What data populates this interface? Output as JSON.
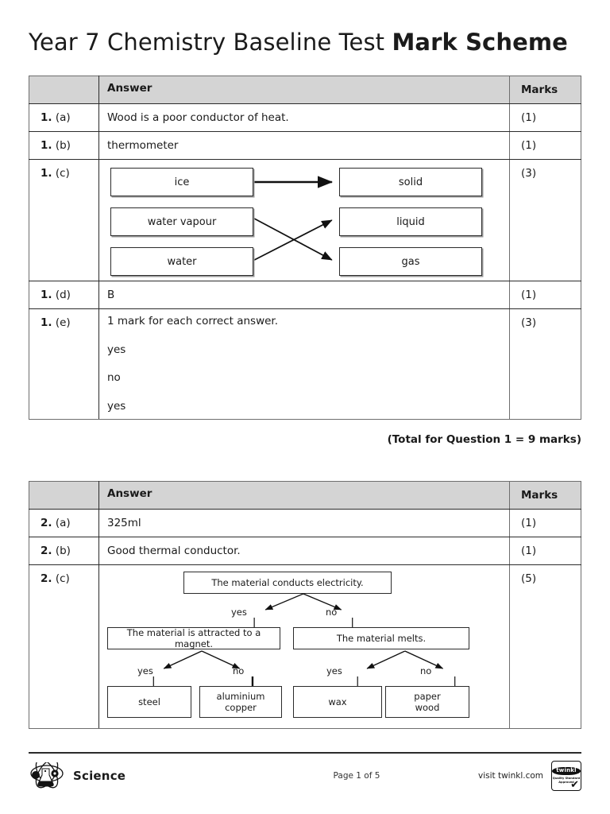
{
  "document": {
    "title_regular": "Year 7 Chemistry Baseline Test ",
    "title_bold": "Mark Scheme"
  },
  "tables": [
    {
      "name": "question-1",
      "headers": {
        "label": "",
        "answer": "Answer",
        "marks": "Marks"
      },
      "rows": [
        {
          "qnum": "1.",
          "qsub": "(a)",
          "answer": "Wood is a poor conductor of heat.",
          "marks": "(1)"
        },
        {
          "qnum": "1.",
          "qsub": "(b)",
          "answer": "thermometer",
          "marks": "(1)"
        },
        {
          "qnum": "1.",
          "qsub": "(c)",
          "answer": "",
          "marks": "(3)"
        },
        {
          "qnum": "1.",
          "qsub": "(d)",
          "answer": "B",
          "marks": "(1)"
        },
        {
          "qnum": "1.",
          "qsub": "(e)",
          "answer": "1 mark for each correct answer.",
          "marks": "(3)",
          "extra_lines": [
            "yes",
            "no",
            "yes"
          ]
        }
      ],
      "total": "(Total for Question 1 = 9 marks)"
    },
    {
      "name": "question-2",
      "headers": {
        "label": "",
        "answer": "Answer",
        "marks": "Marks"
      },
      "rows": [
        {
          "qnum": "2.",
          "qsub": "(a)",
          "answer": "325ml",
          "marks": "(1)"
        },
        {
          "qnum": "2.",
          "qsub": "(b)",
          "answer": "Good thermal conductor.",
          "marks": "(1)"
        },
        {
          "qnum": "2.",
          "qsub": "(c)",
          "answer": "",
          "marks": "(5)"
        }
      ]
    }
  ],
  "matching_diagram": {
    "left": [
      "ice",
      "water vapour",
      "water"
    ],
    "right": [
      "solid",
      "liquid",
      "gas"
    ],
    "connections": [
      {
        "from": "ice",
        "to": "solid"
      },
      {
        "from": "water vapour",
        "to": "gas"
      },
      {
        "from": "water",
        "to": "liquid"
      }
    ]
  },
  "flowchart": {
    "root": "The material conducts electricity.",
    "branch_labels": {
      "yes": "yes",
      "no": "no"
    },
    "level2": {
      "yes": "The material is attracted to a magnet.",
      "no": "The material melts."
    },
    "level3": {
      "magnet_yes": "steel",
      "magnet_no_line1": "aluminium",
      "magnet_no_line2": "copper",
      "melts_yes": "wax",
      "melts_no_line1": "paper",
      "melts_no_line2": "wood"
    }
  },
  "footer": {
    "subject": "Science",
    "page": "Page 1 of 5",
    "visit": "visit twinkl.com",
    "badge_top": "twinkl",
    "badge_sub_line1": "Quality Standard",
    "badge_sub_line2": "Approved"
  }
}
